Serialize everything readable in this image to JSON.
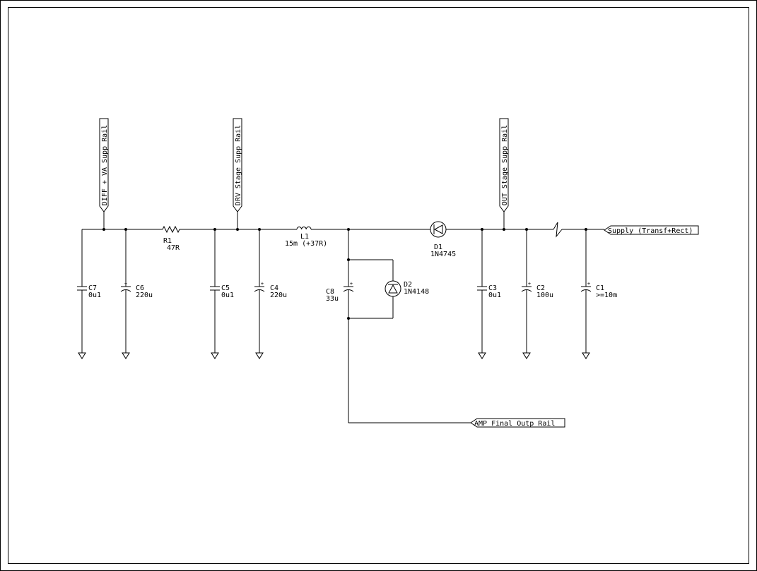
{
  "schematic": {
    "ports": {
      "diff_va": "DIFF + VA Supp Rail",
      "drv": "DRV Stage Supp Rail",
      "out": "OUT Stage Supp Rail",
      "supply": "Supply (Transf+Rect)",
      "amp": "AMP Final Outp Rail"
    },
    "components": {
      "c7": {
        "ref": "C7",
        "value": "0u1"
      },
      "c6": {
        "ref": "C6",
        "value": "220u"
      },
      "r1": {
        "ref": "R1",
        "value": "47R"
      },
      "c5": {
        "ref": "C5",
        "value": "0u1"
      },
      "c4": {
        "ref": "C4",
        "value": "220u"
      },
      "l1": {
        "ref": "L1",
        "value": "15m (+37R)"
      },
      "c8": {
        "ref": "C8",
        "value": "33u"
      },
      "d2": {
        "ref": "D2",
        "value": "1N4148"
      },
      "d1": {
        "ref": "D1",
        "value": "1N4745"
      },
      "c3": {
        "ref": "C3",
        "value": "0u1"
      },
      "c2": {
        "ref": "C2",
        "value": "100u"
      },
      "c1": {
        "ref": "C1",
        "value": ">=10m"
      }
    },
    "polarity_mark": "+"
  }
}
